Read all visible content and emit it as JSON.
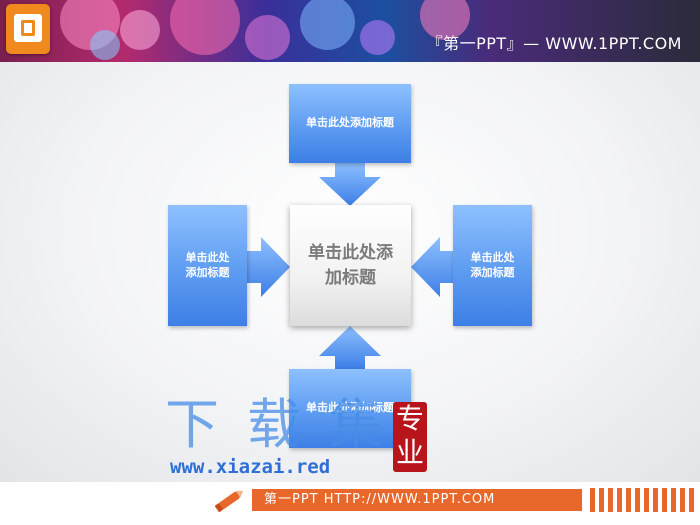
{
  "header": {
    "title": "『第一PPT』— WWW.1PPT.COM",
    "logo_icon": "powerpoint-icon"
  },
  "diagram": {
    "center_label": "单击此处添加标题",
    "top_label": "单击此处添加标题",
    "left_label": "单击此处添加标题",
    "right_label": "单击此处添加标题",
    "bottom_label": "单击此处添加标题",
    "box_color": "#5d9cf1",
    "center_color": "#f2f2f2"
  },
  "watermark": {
    "big_text": "下载集",
    "url": "www.xiazai.red",
    "seal_text": "专业"
  },
  "footer": {
    "text": "第一PPT HTTP://WWW.1PPT.COM",
    "accent": "#e8672a",
    "icon": "pencil-icon"
  }
}
